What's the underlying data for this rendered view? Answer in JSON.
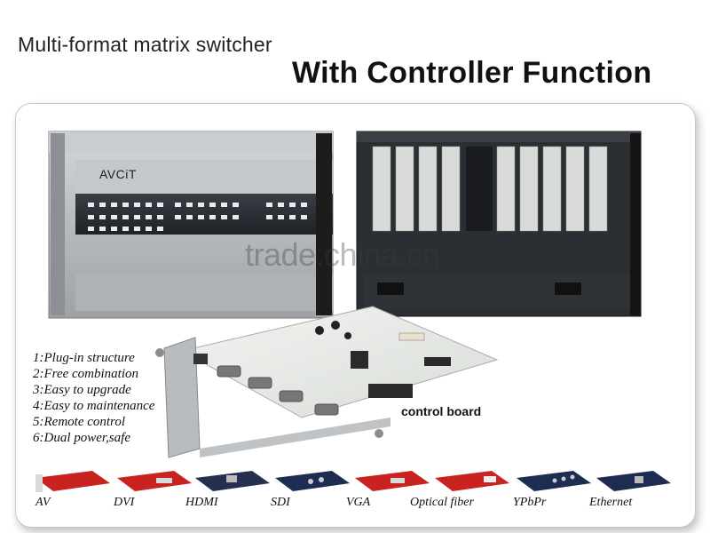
{
  "header": {
    "subtitle": "Multi-format matrix switcher",
    "title": "With Controller Function"
  },
  "brand": "AVCiT",
  "watermark": "trade.china.cn",
  "features": [
    "1:Plug-in structure",
    "2:Free combination",
    "3:Easy to upgrade",
    "4:Easy to maintenance",
    "5:Remote control",
    "6:Dual power,safe"
  ],
  "control_board_label": "control board",
  "cards": [
    "AV",
    "DVI",
    "HDMI",
    "SDI",
    "VGA",
    "Optical fiber",
    "YPbPr",
    "Ethernet"
  ],
  "colors": {
    "chassis_silver": "#b9bcc0",
    "panel_dark": "#2a2d33",
    "board_light": "#e9ece8",
    "card_red": "#c8231f",
    "card_navy": "#1e2c52"
  }
}
